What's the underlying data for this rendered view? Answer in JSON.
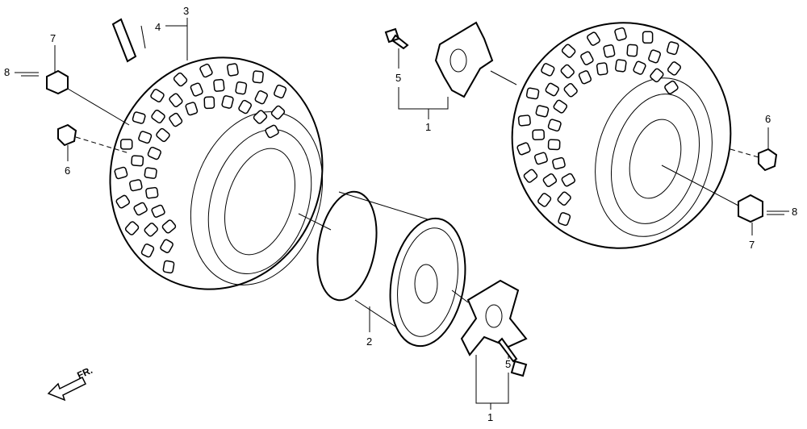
{
  "diagram": {
    "callouts": {
      "left_tire_3": "3",
      "valve_4": "4",
      "left_nut_7": "7",
      "left_pin_8": "8",
      "left_cap_6": "6",
      "top_bolt_5": "5",
      "top_hub_1": "1",
      "rim_2": "2",
      "bottom_bolt_5": "5",
      "bottom_hub_1": "1",
      "right_cap_6": "6",
      "right_pin_8": "8",
      "right_nut_7": "7"
    },
    "direction_label": "FR."
  }
}
